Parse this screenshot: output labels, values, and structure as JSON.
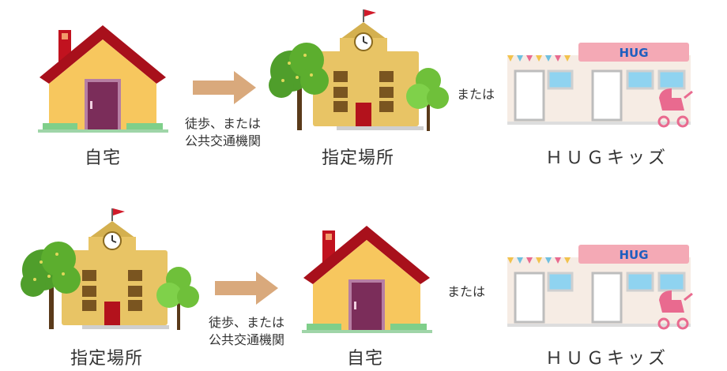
{
  "row1": {
    "from_label": "自宅",
    "to_label": "指定場所",
    "or_label": "または",
    "dest_label": "ＨＵＧキッズ",
    "transport_line1": "徒歩、または",
    "transport_line2": "公共交通機関",
    "hug_sign": "HUG"
  },
  "row2": {
    "from_label": "指定場所",
    "to_label": "自宅",
    "or_label": "または",
    "dest_label": "ＨＵＧキッズ",
    "transport_line1": "徒歩、または",
    "transport_line2": "公共交通機関",
    "hug_sign": "HUG"
  },
  "colors": {
    "house_wall": "#f7c75e",
    "house_roof": "#c1121f",
    "door": "#7b2d5a",
    "school_wall": "#e8c465",
    "school_door": "#b3121c",
    "tree_green": "#5cae2e",
    "arrow": "#d9a97c",
    "shop_sign": "#f4a9b5",
    "shop_sign_text": "#1f5fbf",
    "window_blue": "#8fd3f0",
    "stroller": "#e96a8f"
  },
  "icons": [
    "house-icon",
    "school-icon",
    "tree-icon",
    "arrow-right-icon",
    "shop-icon",
    "stroller-icon"
  ]
}
